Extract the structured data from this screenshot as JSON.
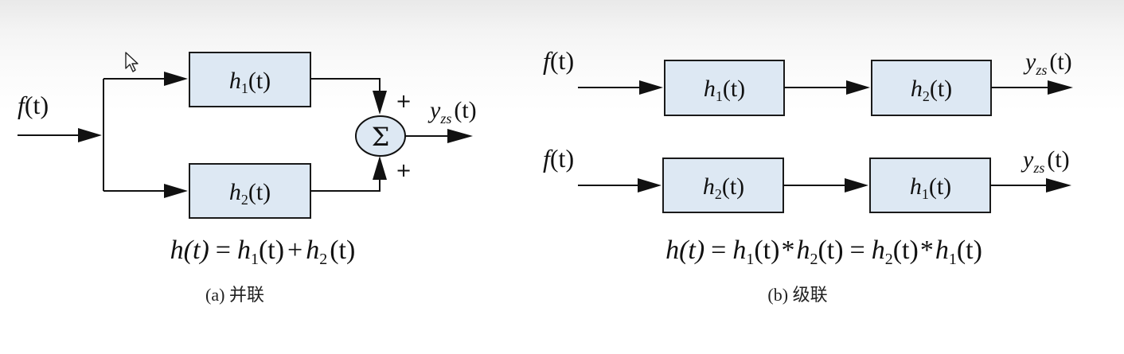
{
  "diagram_a": {
    "input": {
      "f": "f",
      "arg": "(t)"
    },
    "output": {
      "y": "y",
      "sub": "zs",
      "arg": "(t)"
    },
    "block_top": {
      "h": "h",
      "sub": "1",
      "arg": "(t)"
    },
    "block_bottom": {
      "h": "h",
      "sub": "2",
      "arg": "(t)"
    },
    "sum_symbol": "Σ",
    "plus_top": "+",
    "plus_bottom": "+",
    "formula": {
      "lhs": "h(t)",
      "eq": "=",
      "t1_h": "h",
      "t1_sub": "1",
      "t1_arg": "(t)",
      "op": "+",
      "t2_h": "h",
      "t2_sub": "2",
      "t2_arg": "(t)"
    },
    "caption": "(a)  并联"
  },
  "diagram_b": {
    "row1": {
      "input": {
        "f": "f",
        "arg": "(t)"
      },
      "block_left": {
        "h": "h",
        "sub": "1",
        "arg": "(t)"
      },
      "block_right": {
        "h": "h",
        "sub": "2",
        "arg": "(t)"
      },
      "output": {
        "y": "y",
        "sub": "zs",
        "arg": "(t)"
      }
    },
    "row2": {
      "input": {
        "f": "f",
        "arg": "(t)"
      },
      "block_left": {
        "h": "h",
        "sub": "2",
        "arg": "(t)"
      },
      "block_right": {
        "h": "h",
        "sub": "1",
        "arg": "(t)"
      },
      "output": {
        "y": "y",
        "sub": "zs",
        "arg": "(t)"
      }
    },
    "formula": {
      "lhs": "h(t)",
      "eq1": "=",
      "a_h": "h",
      "a_sub": "1",
      "a_arg": "(t)",
      "star1": "*",
      "b_h": "h",
      "b_sub": "2",
      "b_arg": "(t)",
      "eq2": "=",
      "c_h": "h",
      "c_sub": "2",
      "c_arg": "(t)",
      "star2": "*",
      "d_h": "h",
      "d_sub": "1",
      "d_arg": "(t)"
    },
    "caption": "(b)  级联"
  },
  "colors": {
    "block_fill": "#dde8f3",
    "stroke": "#111111",
    "background": "#ffffff"
  },
  "icons": {
    "cursor": "mouse-pointer-icon"
  }
}
